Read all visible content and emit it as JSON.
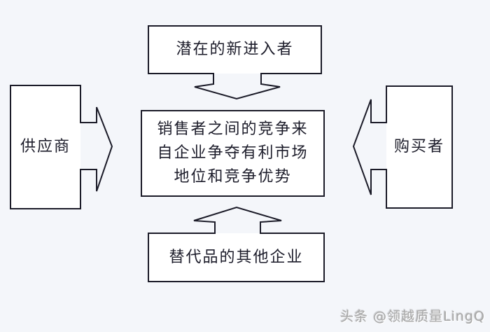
{
  "diagram": {
    "type": "five-forces-diagram",
    "boxes": {
      "top": {
        "label": "潜在的新进入者"
      },
      "center": {
        "lines": [
          "销售者之间的竞争来",
          "自企业争夺有利市场",
          "地位和竞争优势"
        ]
      },
      "left": {
        "label": "供应商"
      },
      "right": {
        "label": "购买者"
      },
      "bottom": {
        "label": "替代品的其他企业"
      }
    },
    "arrows": [
      {
        "name": "top-to-center",
        "direction": "down"
      },
      {
        "name": "bottom-to-center",
        "direction": "up"
      },
      {
        "name": "left-to-center",
        "direction": "right"
      },
      {
        "name": "right-to-center",
        "direction": "left"
      }
    ],
    "colors": {
      "background": "#f4f6fa",
      "box_fill": "#ffffff",
      "stroke": "#1b1b28",
      "text": "#1c1c2a",
      "watermark": "#a8a8a8"
    }
  },
  "watermark": {
    "text": "头条 @领越质量LingQ"
  }
}
